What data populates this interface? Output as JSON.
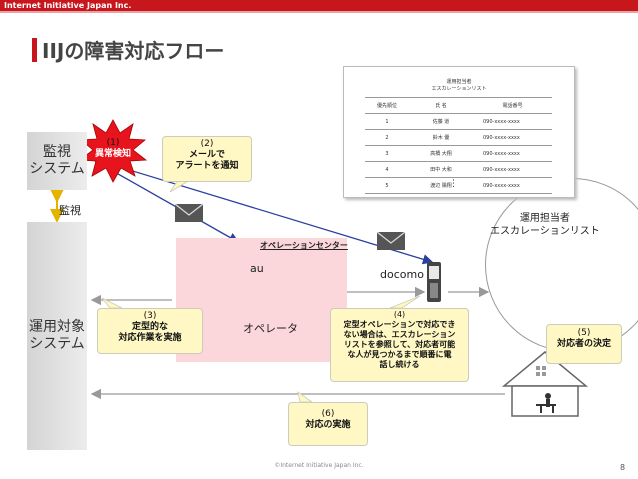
{
  "header": {
    "company": "Internet Initiative Japan Inc."
  },
  "page_title": "IIJの障害対応フロー",
  "boxes": {
    "monitoring_system": "監視\nシステム",
    "target_system": "運用対象\nシステム",
    "monitoring_label": "監視"
  },
  "ops_center": {
    "label": "オペレーションセンター",
    "carrier_au": "au",
    "operator": "オペレータ",
    "carrier_docomo": "docomo"
  },
  "escalation_list": {
    "title_line1": "運用担当者",
    "title_line2": "エスカレーションリスト",
    "columns": [
      "優先順位",
      "氏 名",
      "電話番号"
    ],
    "rows": [
      [
        "1",
        "佐藤 道",
        "090-xxxx-xxxx"
      ],
      [
        "2",
        "鈴木 優",
        "090-xxxx-xxxx"
      ],
      [
        "3",
        "高橋 大翔",
        "090-xxxx-xxxx"
      ],
      [
        "4",
        "田中 大和",
        "090-xxxx-xxxx"
      ],
      [
        "5",
        "渡辺 陽翔",
        "090-xxxx-xxxx"
      ]
    ],
    "ellipsis": "⋮"
  },
  "staff_label": "運用担当者\nエスカレーションリスト",
  "steps": {
    "s1": {
      "num": "(1)",
      "text": "異常検知"
    },
    "s2": {
      "num": "(2)",
      "text": "メールで\nアラートを通知"
    },
    "s3": {
      "num": "(3)",
      "text": "定型的な\n対応作業を実施"
    },
    "s4": {
      "num": "(4)",
      "text": "定型オペレーションで対応でき\nない場合は、エスカレーション\nリストを参照して、対応者可能\nな人が見つかるまで順番に電\n話し続ける"
    },
    "s5": {
      "num": "(5)",
      "text": "対応者の決定"
    },
    "s6": {
      "num": "(6)",
      "text": "対応の実施"
    }
  },
  "footer": "©Internet Initiative Japan Inc.",
  "page_number": "8",
  "colors": {
    "brand_red": "#c8161d",
    "ops_pink": "#fbd7db",
    "note_yellow": "#fff8c4",
    "arrow_blue": "#2a3fa0"
  }
}
